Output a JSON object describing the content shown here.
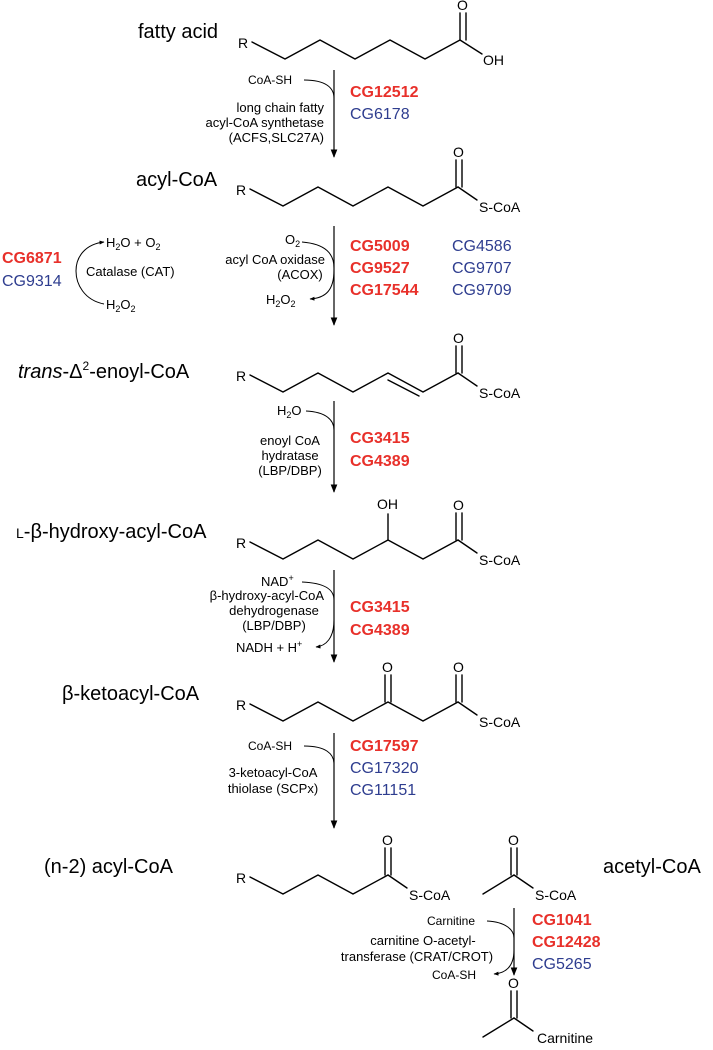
{
  "colors": {
    "strong_gene": "#e8302a",
    "weak_gene": "#2e3d8f"
  },
  "metabolites": {
    "fatty_acid": "fatty acid",
    "acyl_coa": "acyl-CoA",
    "enoyl_pre": "trans",
    "enoyl_delta": "-Δ",
    "enoyl_sup": "2",
    "enoyl_post": "-enoyl-CoA",
    "hydroxy_pre": "L",
    "hydroxy_main": "-β-hydroxy-acyl-CoA",
    "ketoacyl": "β-ketoacyl-CoA",
    "n2_acyl": "(n-2) acyl-CoA",
    "acetyl_coa": "acetyl-CoA"
  },
  "atoms": {
    "R": "R",
    "O": "O",
    "OH": "OH",
    "H": "H",
    "SCoA": "S-CoA",
    "Carnitine": "Carnitine"
  },
  "steps": {
    "s1": {
      "cofactor_in": "CoA-SH",
      "enzyme": [
        "long chain fatty",
        "acyl-CoA synthetase",
        "(ACFS,SLC27A)"
      ],
      "genes_strong": [
        "CG12512"
      ],
      "genes_weak": [
        "CG6178"
      ]
    },
    "s2": {
      "o2": "O",
      "o2_sub": "2",
      "h2o2_h": "H",
      "h2o2_sub1": "2",
      "h2o2_o": "O",
      "h2o2_sub2": "2",
      "enzyme": [
        "acyl CoA oxidase",
        "(ACOX)"
      ],
      "genes_strong": [
        "CG5009",
        "CG9527",
        "CG17544"
      ],
      "genes_weak": [
        "CG4586",
        "CG9707",
        "CG9709"
      ]
    },
    "catalase": {
      "h2o_h": "H",
      "h2o_sub": "2",
      "h2o_o": "O + O",
      "o2_sub": "2",
      "enzyme": "Catalase (CAT)",
      "h2o2_h": "H",
      "h2o2_sub1": "2",
      "h2o2_o": "O",
      "h2o2_sub2": "2",
      "genes_strong": [
        "CG6871"
      ],
      "genes_weak": [
        "CG9314"
      ]
    },
    "s3": {
      "h2o_h": "H",
      "h2o_sub": "2",
      "h2o_o": "O",
      "enzyme": [
        "enoyl CoA",
        "hydratase",
        "(LBP/DBP)"
      ],
      "genes_strong": [
        "CG3415",
        "CG4389"
      ]
    },
    "s4": {
      "nad": "NAD",
      "nad_sup": "+",
      "enzyme": [
        "β-hydroxy-acyl-CoA",
        "dehydrogenase",
        "(LBP/DBP)"
      ],
      "nadh": "NADH + H",
      "nadh_sup": "+",
      "genes_strong": [
        "CG3415",
        "CG4389"
      ]
    },
    "s5": {
      "cofactor_in": "CoA-SH",
      "enzyme": [
        "3-ketoacyl-CoA",
        "thiolase (SCPx)"
      ],
      "genes_strong": [
        "CG17597"
      ],
      "genes_weak": [
        "CG17320",
        "CG11151"
      ]
    },
    "s6": {
      "cofactor_in": "Carnitine",
      "enzyme": [
        "carnitine O-acetyl-",
        "transferase (CRAT/CROT)"
      ],
      "cofactor_out": "CoA-SH",
      "genes_strong": [
        "CG1041",
        "CG12428"
      ],
      "genes_weak": [
        "CG5265"
      ]
    }
  }
}
